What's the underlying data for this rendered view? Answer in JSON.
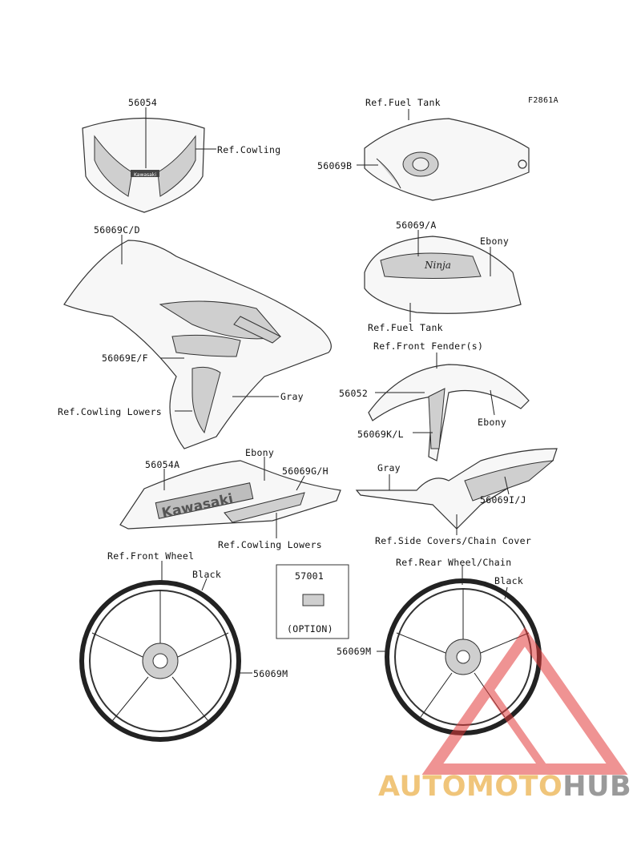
{
  "figure_code": "F2861A",
  "labels": {
    "windscreen": "56054",
    "ref_cowling": "Ref.Cowling",
    "ref_fuel_tank_top": "Ref.Fuel Tank",
    "tank_pad": "56069B",
    "upper_cowl": "56069C/D",
    "tank_decal": "56069/A",
    "ebony_tank": "Ebony",
    "ref_fuel_tank_bottom": "Ref.Fuel Tank",
    "ref_front_fender": "Ref.Front Fender(s)",
    "mid_cowl": "56069E/F",
    "front_fender": "56052",
    "gray_cowl": "Gray",
    "ref_cowling_lowers_left": "Ref.Cowling Lowers",
    "fender_decal": "56069K/L",
    "ebony_fender": "Ebony",
    "ebony_lower": "Ebony",
    "lower_kawasaki": "56054A",
    "lower_decal": "56069G/H",
    "gray_side": "Gray",
    "side_cover_decal": "56069I/J",
    "ref_cowling_lowers_bottom": "Ref.Cowling Lowers",
    "ref_side_covers": "Ref.Side Covers/Chain Cover",
    "ref_front_wheel": "Ref.Front Wheel",
    "black_front": "Black",
    "option_part": "57001",
    "option_text": "(OPTION)",
    "ref_rear_wheel": "Ref.Rear Wheel/Chain",
    "black_rear": "Black",
    "rear_wheel_decal": "56069M",
    "front_wheel_decal": "56069M"
  },
  "logos": {
    "fairing_logo": "Kawasaki",
    "tank_logo": "Ninja"
  },
  "watermark": {
    "part1": "AUTOMOTO",
    "part2": "HUB",
    "color1": "#f0c57a",
    "color2": "#9a9a9a",
    "triangle_color": "#e23b3b"
  }
}
